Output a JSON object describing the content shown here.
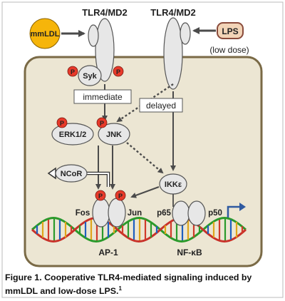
{
  "colors": {
    "cell_fill": "#ece6d3",
    "cell_border": "#7a6a46",
    "protein_fill": "#e7e7e7",
    "phospho": "#e83a2a",
    "mmldl": "#f6b50a",
    "lps": "#f2d4b7",
    "lps_border": "#8a4b3b",
    "arrow": "#4b4b4b",
    "nfkb_arrow": "#2f5aa0"
  },
  "receptors": {
    "left_label": "TLR4/MD2",
    "right_label": "TLR4/MD2"
  },
  "ligands": {
    "mmldl": "mmLDL",
    "lps": "LPS",
    "lps_note": "(low dose)"
  },
  "kinases": {
    "syk": "Syk",
    "erk": "ERK1/2",
    "jnk": "JNK",
    "ikk": "IKKε",
    "ncor": "NCoR"
  },
  "phospho_label": "P",
  "timing": {
    "immediate": "immediate",
    "delayed": "delayed"
  },
  "tf": {
    "fos": "Fos",
    "jun": "Jun",
    "ap1": "AP-1",
    "p65": "p65",
    "p50": "p50",
    "nfkb": "NF-κB"
  },
  "icons": [
    "dna-helix-icon",
    "transcription-start-arrow-icon",
    "phosphate-icon"
  ],
  "caption": {
    "text": "Figure 1. Cooperative TLR4-mediated signaling induced by\nmmLDL and low-dose LPS.",
    "superscript": "1"
  }
}
